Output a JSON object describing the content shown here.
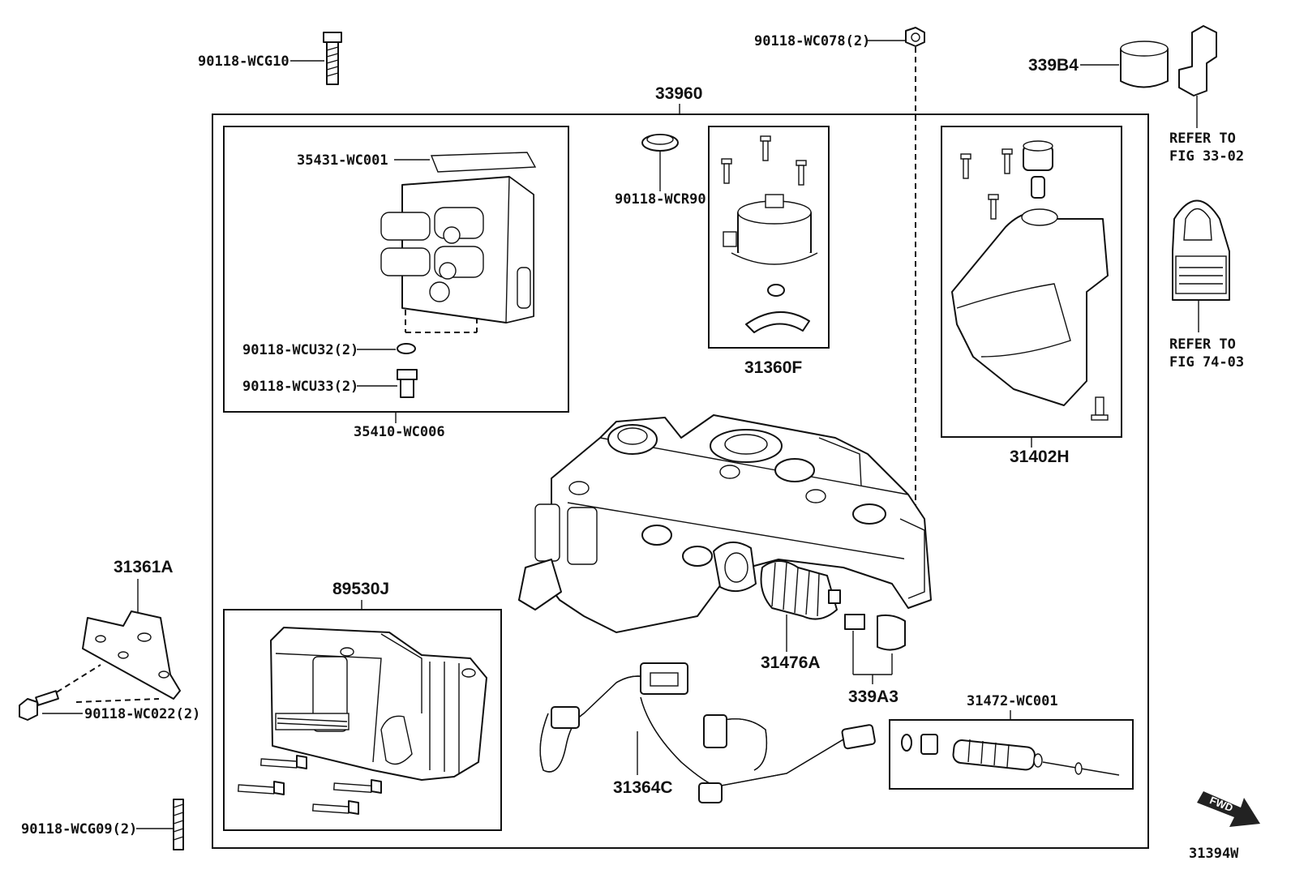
{
  "diagram": {
    "assembly_number": "33960",
    "figure_code": "31394W",
    "fwd_label": "FWD",
    "callouts": {
      "bolt_top_left": "90118-WCG10",
      "nut_top": "90118-WC078(2)",
      "cap": "339B4",
      "gasket_plate": "35431-WC001",
      "oring_top": "90118-WCR90",
      "washer_valve": "90118-WCU32(2)",
      "fitting_valve": "90118-WCU33(2)",
      "valve_body_kit": "35410-WC006",
      "motor_kit": "31360F",
      "reservoir_kit": "31402H",
      "bracket": "31361A",
      "bracket_bolt": "90118-WC022(2)",
      "stud_bottom": "90118-WCG09(2)",
      "control_unit": "89530J",
      "boot": "31476A",
      "plug_kit": "339A3",
      "harness": "31364C",
      "sensor_kit": "31472-WC001"
    },
    "refs": {
      "fig_a_line1": "REFER TO",
      "fig_a_line2": "FIG 33-02",
      "fig_b_line1": "REFER TO",
      "fig_b_line2": "FIG 74-03"
    }
  }
}
